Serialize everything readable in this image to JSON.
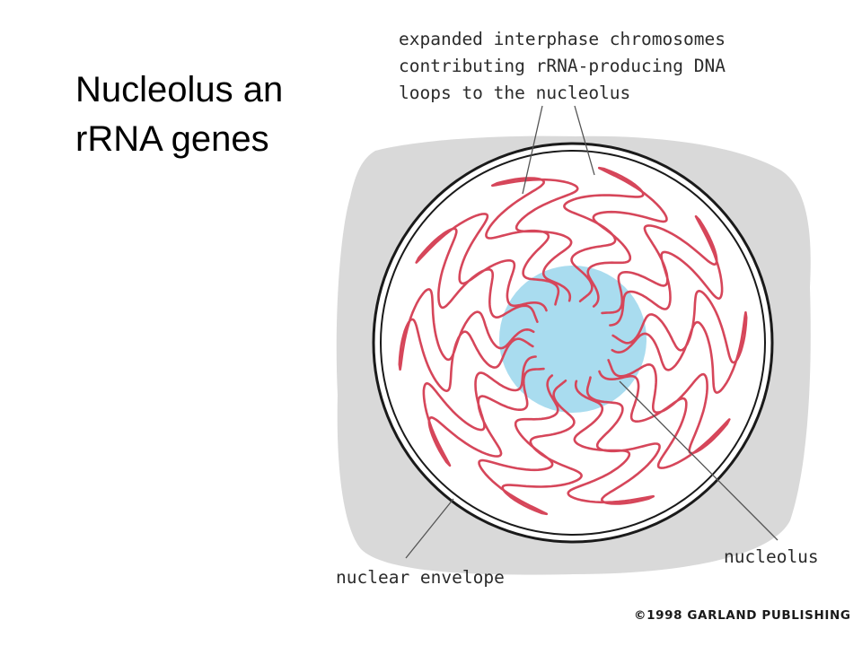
{
  "slide": {
    "title_line1": "Nucleolus an",
    "title_line2": "rRNA genes"
  },
  "figure": {
    "top_label": [
      "expanded interphase chromosomes",
      "contributing rRNA-producing DNA",
      "loops to the nucleolus"
    ],
    "nucleolus_label": "nucleolus",
    "envelope_label": "nuclear envelope",
    "copyright": "©1998 GARLAND PUBLISHING",
    "colors": {
      "cytoplasm": "#d9d9d9",
      "nucleoplasm": "#ffffff",
      "nucleolus": "#a9dcef",
      "chromatin": "#d6465a",
      "envelope": "#1a1a1a",
      "leader": "#555555"
    }
  }
}
